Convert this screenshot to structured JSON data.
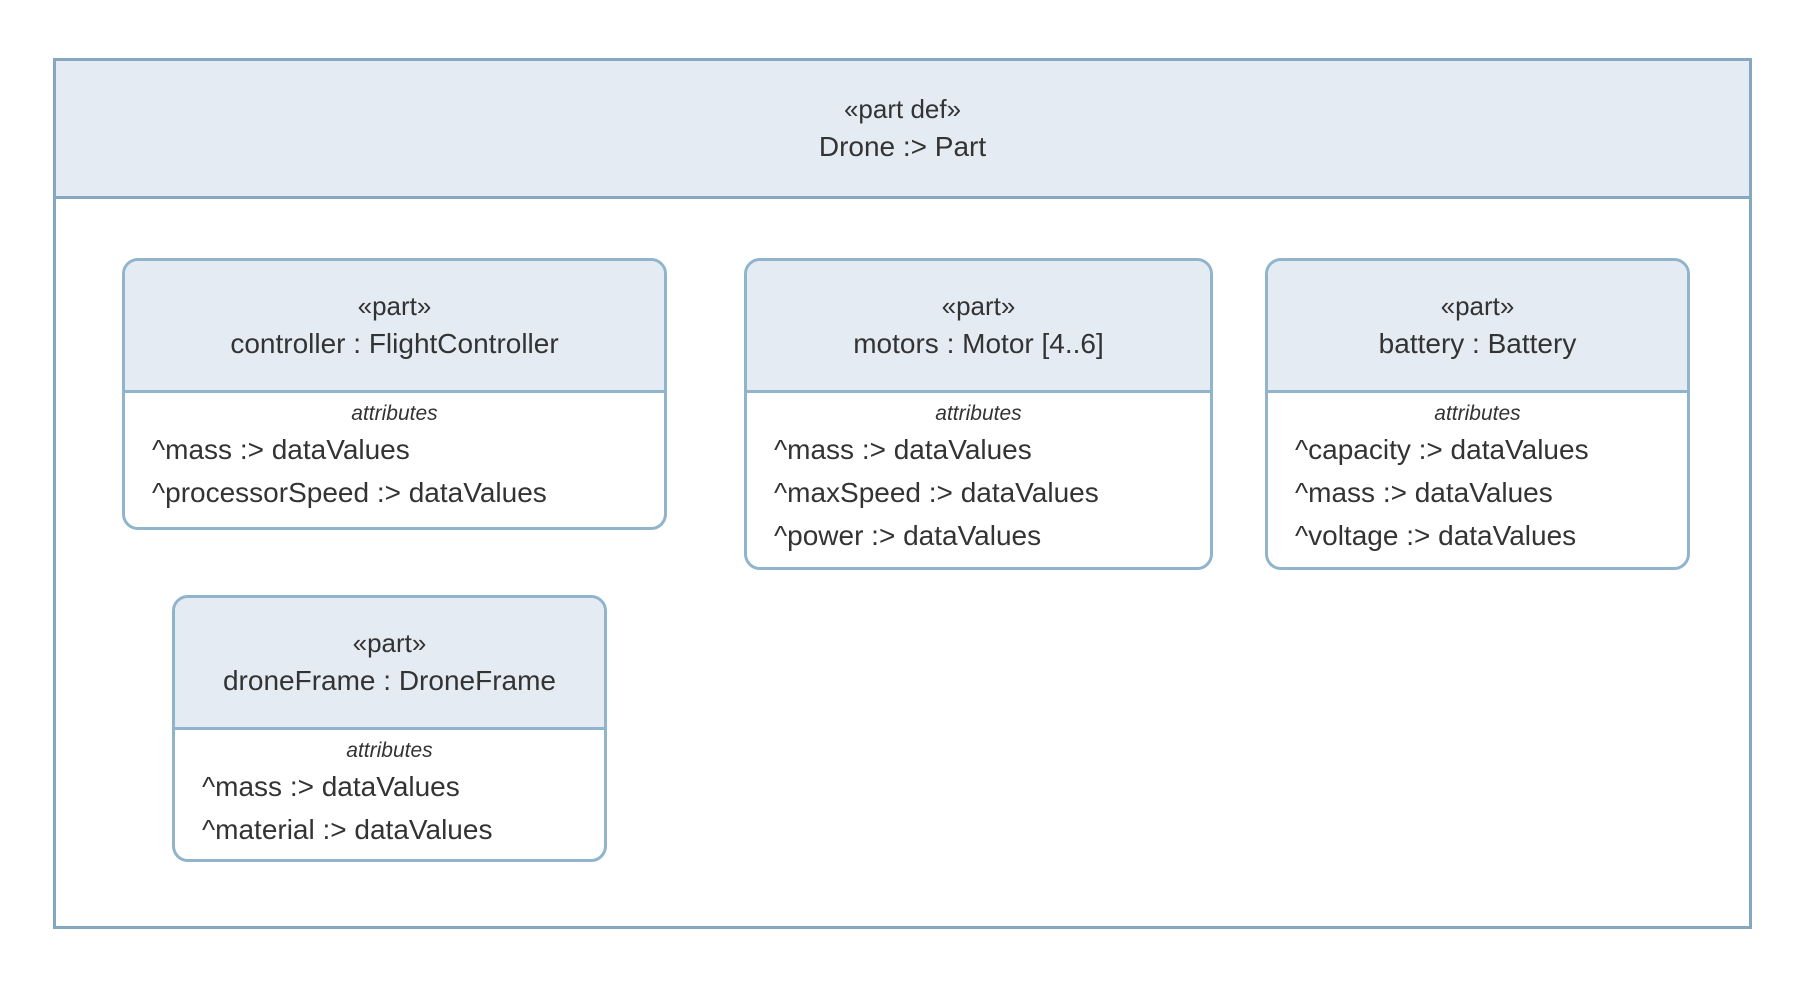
{
  "colors": {
    "outer_border": "#86a7c0",
    "card_border": "#8fb4cb",
    "header_fill": "#e4ebf2",
    "text": "#333333",
    "background": "#ffffff"
  },
  "diagram": {
    "root": {
      "stereotype": "«part def»",
      "name": "Drone :> Part"
    },
    "parts": [
      {
        "stereotype": "«part»",
        "name": "controller : FlightController",
        "compartment_label": "attributes",
        "attributes": [
          "^mass :> dataValues",
          "^processorSpeed :> dataValues"
        ]
      },
      {
        "stereotype": "«part»",
        "name": "motors : Motor [4..6]",
        "compartment_label": "attributes",
        "attributes": [
          "^mass :> dataValues",
          "^maxSpeed :> dataValues",
          "^power :> dataValues"
        ]
      },
      {
        "stereotype": "«part»",
        "name": "battery : Battery",
        "compartment_label": "attributes",
        "attributes": [
          "^capacity :> dataValues",
          "^mass :> dataValues",
          "^voltage :> dataValues"
        ]
      },
      {
        "stereotype": "«part»",
        "name": "droneFrame : DroneFrame",
        "compartment_label": "attributes",
        "attributes": [
          "^mass :> dataValues",
          "^material :> dataValues"
        ]
      }
    ]
  }
}
